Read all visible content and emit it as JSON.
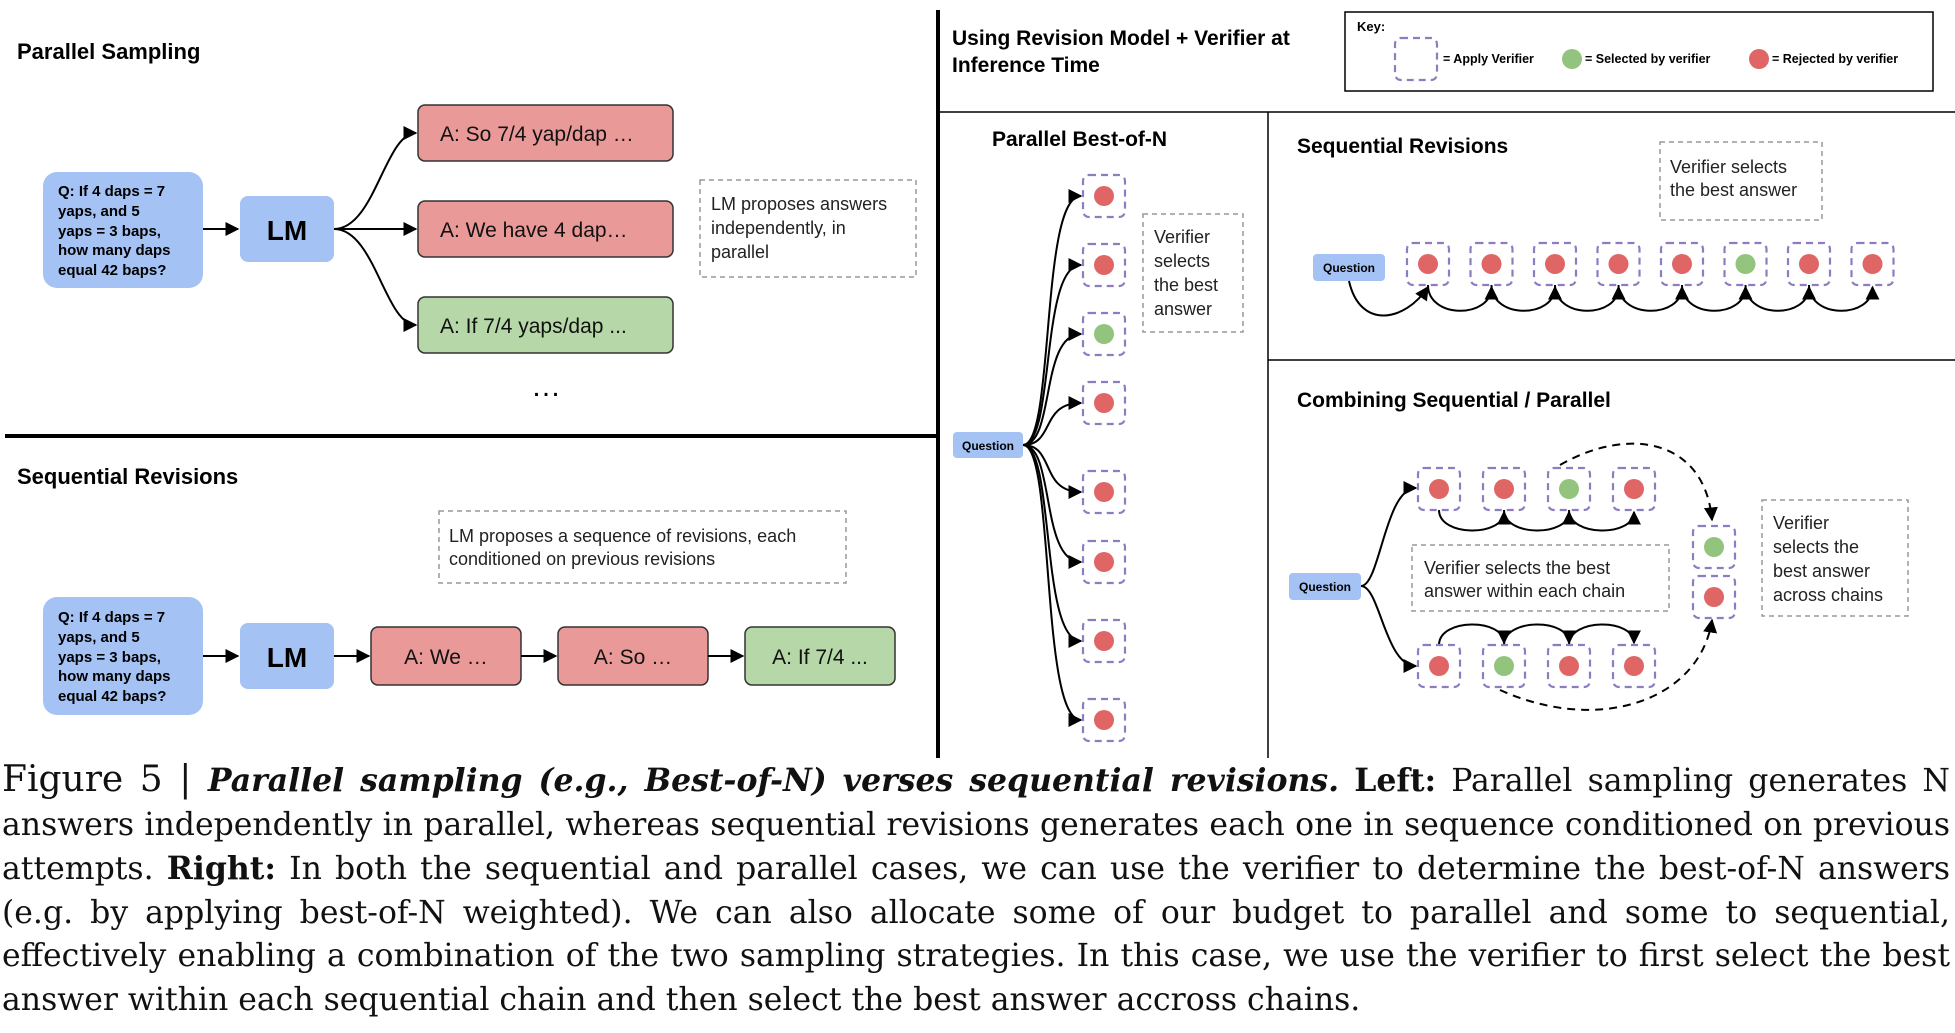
{
  "colors": {
    "lm_blue": "#a4c2f4",
    "answer_red": "#ea9999",
    "answer_green": "#b6d7a8",
    "dot_red": "#e06666",
    "dot_green": "#93c47d",
    "verifier_box": "#8e7cc3"
  },
  "left": {
    "parallel": {
      "title": "Parallel Sampling",
      "question_lines": [
        "Q:  If 4 daps = 7",
        "yaps, and 5",
        "yaps = 3 baps,",
        "how many daps",
        "equal 42 baps?"
      ],
      "lm_label": "LM",
      "answers": [
        {
          "text": "A: So 7/4 yap/dap …",
          "status": "rejected"
        },
        {
          "text": "A: We have 4 dap…",
          "status": "rejected"
        },
        {
          "text": "A: If 7/4 yaps/dap ...",
          "status": "selected"
        }
      ],
      "ellipsis": "…",
      "note_lines": [
        "LM proposes answers",
        "independently, in",
        "parallel"
      ]
    },
    "sequential": {
      "title": "Sequential Revisions",
      "question_lines": [
        "Q:  If 4 daps = 7",
        "yaps, and 5",
        "yaps = 3 baps,",
        "how many daps",
        "equal 42 baps?"
      ],
      "lm_label": "LM",
      "revisions": [
        {
          "text": "A: We …",
          "status": "rejected"
        },
        {
          "text": "A: So …",
          "status": "rejected"
        },
        {
          "text": "A: If 7/4 ...",
          "status": "selected"
        }
      ],
      "note_lines": [
        "LM proposes a sequence of revisions, each",
        "conditioned on previous revisions"
      ]
    }
  },
  "right": {
    "title_lines": [
      "Using Revision Model + Verifier at",
      "Inference Time"
    ],
    "key": {
      "label": "Key:",
      "apply": "= Apply Verifier",
      "selected": "= Selected by verifier",
      "rejected": "= Rejected by verifier"
    },
    "best_of_n": {
      "title": "Parallel Best-of-N",
      "question": "Question",
      "candidates": [
        "rejected",
        "rejected",
        "selected",
        "rejected",
        "rejected",
        "rejected",
        "rejected",
        "rejected"
      ],
      "note_lines": [
        "Verifier",
        "selects",
        "the best",
        "answer"
      ]
    },
    "seq_revisions": {
      "title": "Sequential Revisions",
      "question": "Question",
      "chain": [
        "rejected",
        "rejected",
        "rejected",
        "rejected",
        "rejected",
        "selected",
        "rejected",
        "rejected"
      ],
      "note_lines": [
        "Verifier selects",
        "the best answer"
      ]
    },
    "combined": {
      "title": "Combining Sequential / Parallel",
      "question": "Question",
      "chain_top": [
        "rejected",
        "rejected",
        "selected",
        "rejected"
      ],
      "chain_bottom": [
        "rejected",
        "selected",
        "rejected",
        "rejected"
      ],
      "finalists": [
        "selected",
        "rejected"
      ],
      "note_within_lines": [
        "Verifier selects the best",
        "answer within each chain"
      ],
      "note_across_lines": [
        "Verifier",
        "selects the",
        "best answer",
        "across chains"
      ]
    }
  },
  "caption": {
    "label": "Figure 5 | ",
    "title": "Parallel sampling (e.g., Best-of-N) verses sequential revisions.",
    "left_label": "Left:",
    "left_text": "Parallel sampling generates N answers independently in parallel, whereas sequential revisions generates each one in sequence conditioned on previous attempts.",
    "right_label": "Right:",
    "right_text": "In both the sequential and parallel cases, we can use the verifier to determine the best-of-N answers (e.g. by applying best-of-N weighted). We can also allocate some of our budget to parallel and some to sequential, effectively enabling a combination of the two sampling strategies. In this case, we use the verifier to first select the best answer within each sequential chain and then select the best answer accross chains."
  }
}
